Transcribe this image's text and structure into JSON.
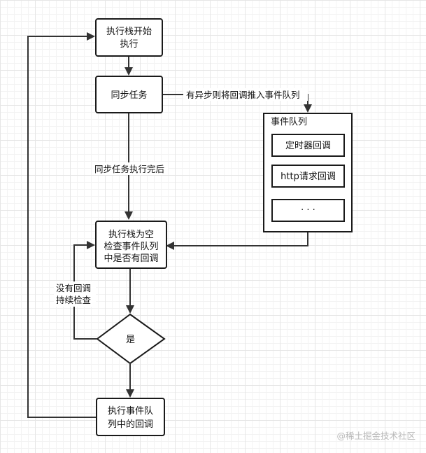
{
  "nodes": {
    "start": {
      "lines": [
        "执行栈开始",
        "执行"
      ]
    },
    "sync": {
      "lines": [
        "同步任务"
      ]
    },
    "event_queue": {
      "title": "事件队列",
      "items": [
        "定时器回调",
        "http请求回调",
        "· · ·"
      ]
    },
    "check": {
      "lines": [
        "执行栈为空",
        "检查事件队列",
        "中是否有回调"
      ]
    },
    "decision": {
      "label": "是"
    },
    "run": {
      "lines": [
        "执行事件队",
        "列中的回调"
      ]
    }
  },
  "edges": {
    "async_label": "有异步则将回调推入事件队列",
    "sync_done_label": "同步任务执行完后",
    "no_callback_label": [
      "没有回调",
      "持续检查"
    ]
  },
  "watermark": "@稀土掘金技术社区",
  "colors": {
    "stroke": "#1a1a1a",
    "arrow": "#333333",
    "grid": "#e6e6e6",
    "watermark": "#b9b9b9"
  }
}
